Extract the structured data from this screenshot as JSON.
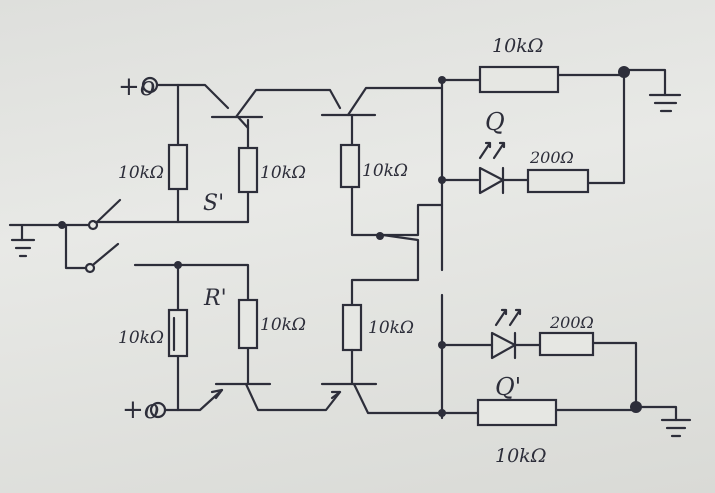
{
  "labels": {
    "plus_top": "+o",
    "plus_bottom": "+o",
    "r_top_left": "10kΩ",
    "r_top_mid": "10kΩ",
    "r_top_center": "10kΩ",
    "r_top_right": "10kΩ",
    "r_top_led": "200Ω",
    "r_bot_left": "10kΩ",
    "r_bot_mid": "10kΩ",
    "r_bot_center": "10kΩ",
    "r_bot_right": "10kΩ",
    "r_bot_led": "200Ω",
    "s_prime": "S'",
    "r_prime": "R'",
    "q": "Q",
    "q_prime": "Q'"
  }
}
